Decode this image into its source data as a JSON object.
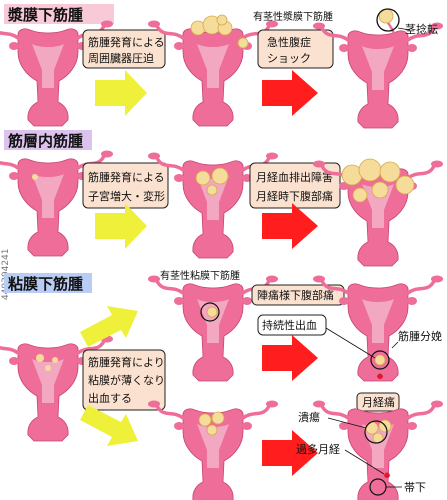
{
  "sections": {
    "subserosal": {
      "title": "漿膜下筋腫",
      "desc": [
        "筋腫発育による",
        "周囲臓器圧迫"
      ],
      "symptom": [
        "急性腹症",
        "ショック"
      ],
      "label_pedunculated": "有茎性漿膜下筋腫",
      "label_torsion": "茎捻転"
    },
    "intramural": {
      "title": "筋層内筋腫",
      "desc": [
        "筋腫発育による",
        "子宮増大・変形"
      ],
      "symptom": [
        "月経血排出障害",
        "月経時下腹部痛"
      ]
    },
    "submucosal": {
      "title": "粘膜下筋腫",
      "label_pedunculated": "有茎性粘膜下筋腫",
      "desc": [
        "筋腫発育により",
        "粘膜が薄くなり",
        "出血する"
      ],
      "symptom_top": "陣痛様下腹部痛",
      "label_bleeding": "持続性出血",
      "label_delivery": "筋腫分娩",
      "label_menstrual_pain": "月経痛",
      "label_ulcer": "潰瘍",
      "label_menorrhagia": "過多月経",
      "label_discharge": "帯下"
    }
  },
  "watermark": "449304241",
  "colors": {
    "title_bg_1": "#f8c9d6",
    "title_bg_2": "#dcc3ee",
    "title_bg_3": "#b9cdf4",
    "box_fill": "#fbe1cf",
    "arrow_yellow": "#eef039",
    "arrow_red": "#ff1d1d",
    "uterus": "#ef6d99",
    "uterus_inner": "#f3a8c1",
    "myoma": "#f5dc9a"
  }
}
